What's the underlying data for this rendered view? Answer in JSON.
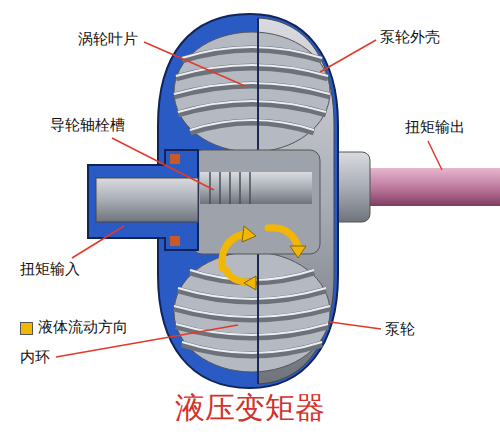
{
  "diagram": {
    "title": "液压变矩器",
    "labels": [
      "涡轮叶片",
      "泵轮外壳",
      "导轮轴栓槽",
      "扭矩输出",
      "扭矩输入",
      "内环",
      "泵轮"
    ],
    "legend": [
      {
        "text": "液体流动方向",
        "color": "#f2b705"
      }
    ]
  }
}
